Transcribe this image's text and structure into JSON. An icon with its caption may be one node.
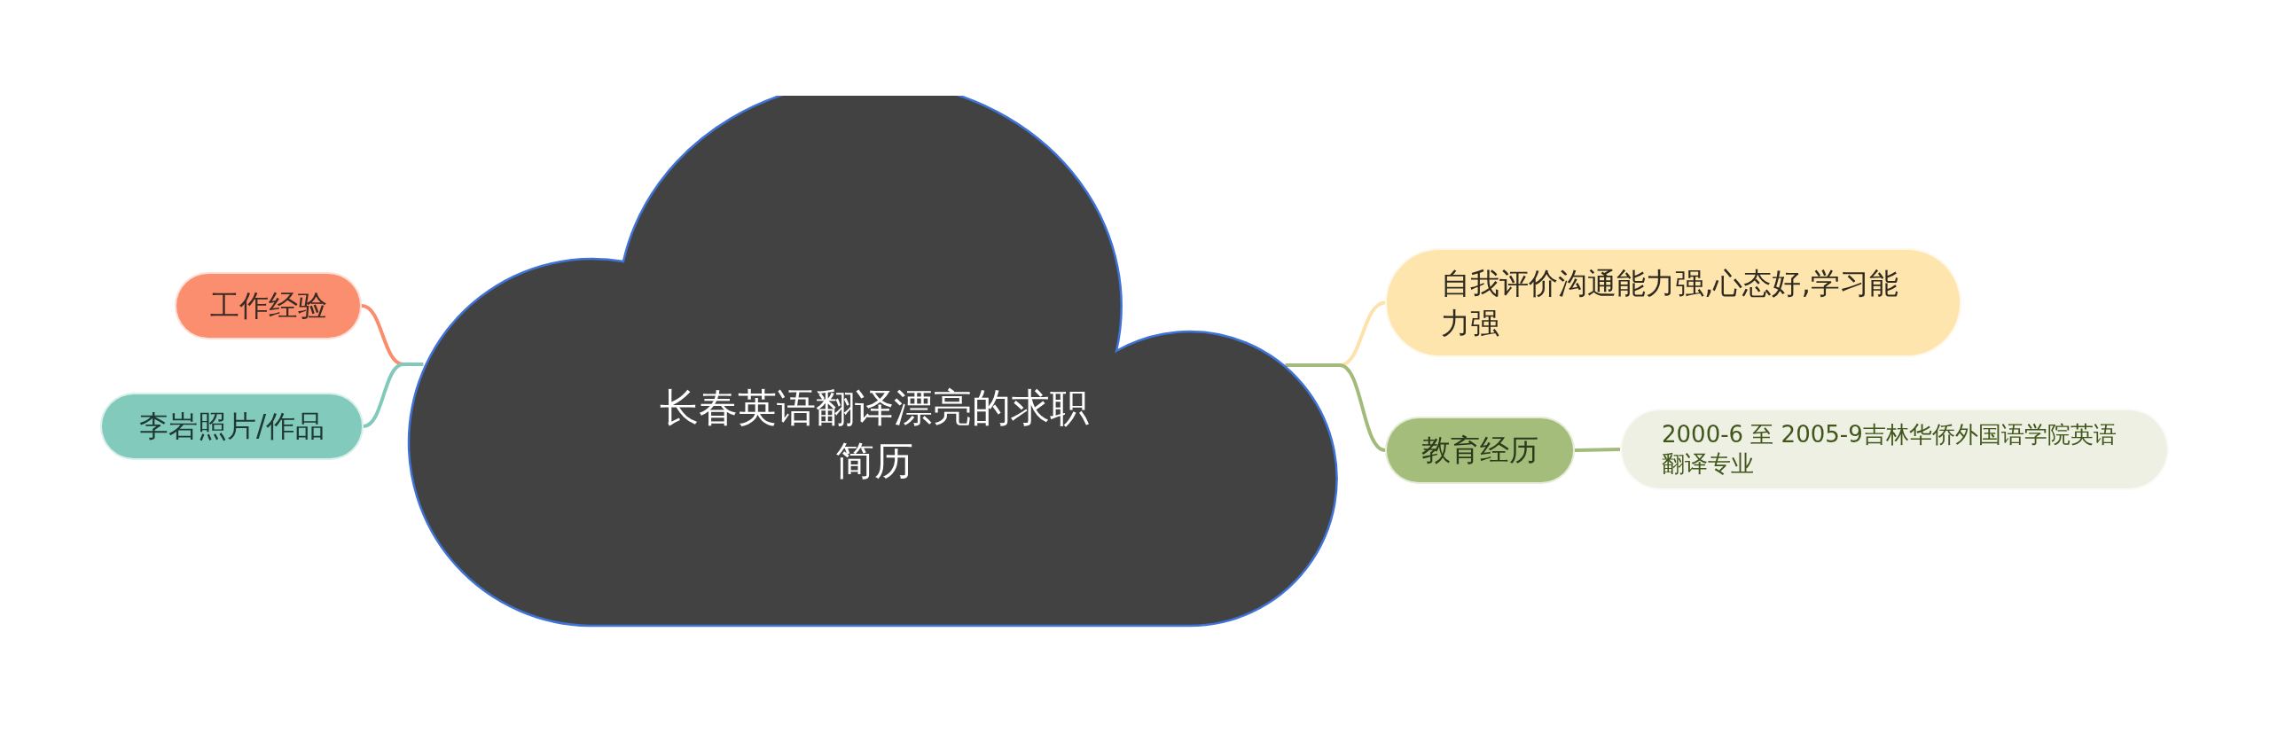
{
  "diagram": {
    "nodes": [
      {
        "text": [
          "长春英语翻译漂亮的求职简历"
        ]
      },
      {
        "text": [
          "工作经验"
        ]
      },
      {
        "text": [
          "李岩照片/作品"
        ]
      },
      {
        "text": [
          "自我评价沟通能力强,心态好,学习能力强"
        ]
      },
      {
        "text": [
          "教育经历"
        ]
      },
      {
        "text": [
          "2000-6 至 2005-9吉林华侨外国语学院英语翻译专业"
        ]
      }
    ],
    "edges": [
      {
        "from": 0,
        "to": 1,
        "arrow": "none",
        "color": "#f98d6e"
      },
      {
        "from": 0,
        "to": 2,
        "arrow": "none",
        "color": "#80c9bb"
      },
      {
        "from": 0,
        "to": 3,
        "arrow": "none",
        "color": "#fde3ab"
      },
      {
        "from": 0,
        "to": 4,
        "arrow": "none",
        "color": "#a3bb7a"
      },
      {
        "from": 4,
        "to": 5,
        "arrow": "none",
        "color": "#a3bb7a"
      }
    ]
  }
}
